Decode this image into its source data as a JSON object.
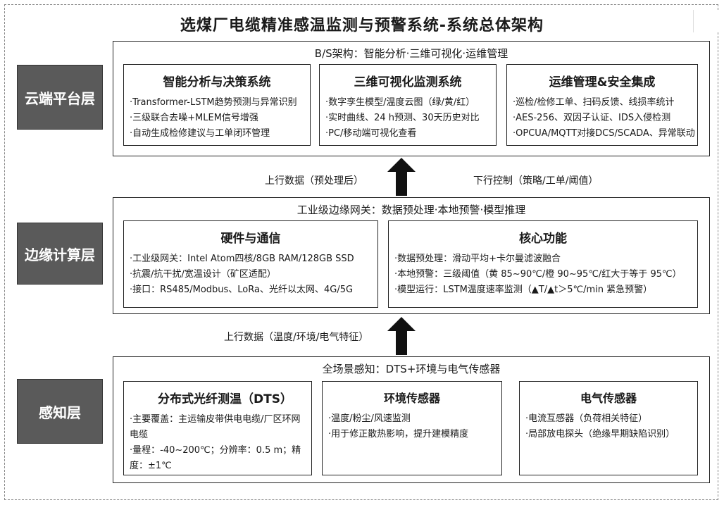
{
  "title": "选煤厂电缆精准感温监测与预警系统-系统总体架构",
  "cloud": {
    "label": "云端平台层",
    "header": "B/S架构：智能分析·三维可视化·运维管理",
    "cards": [
      {
        "title": "智能分析与决策系统",
        "items": [
          "·Transformer-LSTM趋势预测与异常识别",
          "·三级联合去噪+MLEM信号增强",
          "·自动生成检修建议与工单闭环管理"
        ]
      },
      {
        "title": "三维可视化监测系统",
        "items": [
          "·数字孪生模型/温度云图（绿/黄/红）",
          "·实时曲线、24 h预测、30天历史对比",
          "·PC/移动端可视化查看"
        ]
      },
      {
        "title": "运维管理&安全集成",
        "items": [
          "·巡检/检修工单、扫码反馈、线损率统计",
          "·AES-256、双因子认证、IDS入侵检测",
          "·OPCUA/MQTT对接DCS/SCADA、异常联动"
        ]
      }
    ]
  },
  "flow_upper": {
    "up_label": "上行数据（预处理后）",
    "down_label": "下行控制（策略/工单/阈值）"
  },
  "edge": {
    "label": "边缘计算层",
    "header": "工业级边缘网关：数据预处理·本地预警·模型推理",
    "cards": [
      {
        "title": "硬件与通信",
        "items": [
          "·工业级网关：Intel Atom四核/8GB RAM/128GB SSD",
          "·抗震/抗干扰/宽温设计（矿区适配）",
          "·接口：RS485/Modbus、LoRa、光纤以太网、4G/5G"
        ]
      },
      {
        "title": "核心功能",
        "items": [
          "·数据预处理：滑动平均+卡尔曼滤波融合",
          "·本地预警：三级阈值（黄 85~90℃/橙 90~95℃/红大于等于 95℃）",
          "·模型运行：LSTM温度速率监测（▲T/▲t＞5℃/min 紧急预警）"
        ]
      }
    ]
  },
  "flow_lower": {
    "up_label": "上行数据（温度/环境/电气特征）"
  },
  "sense": {
    "label": "感知层",
    "header": "全场景感知：DTS+环境与电气传感器",
    "cards": [
      {
        "title": "分布式光纤测温（DTS）",
        "items": [
          "·主要覆盖：主运输皮带供电电缆/厂区环网电缆",
          "·量程：-40~200℃；分辨率：0.5 m；精度：±1℃"
        ]
      },
      {
        "title": "环境传感器",
        "items": [
          "·温度/粉尘/风速监测",
          "·用于修正散热影响，提升建模精度"
        ]
      },
      {
        "title": "电气传感器",
        "items": [
          "·电流互感器（负荷相关特征）",
          "·局部放电探头（绝缘早期缺陷识别）"
        ]
      }
    ]
  }
}
